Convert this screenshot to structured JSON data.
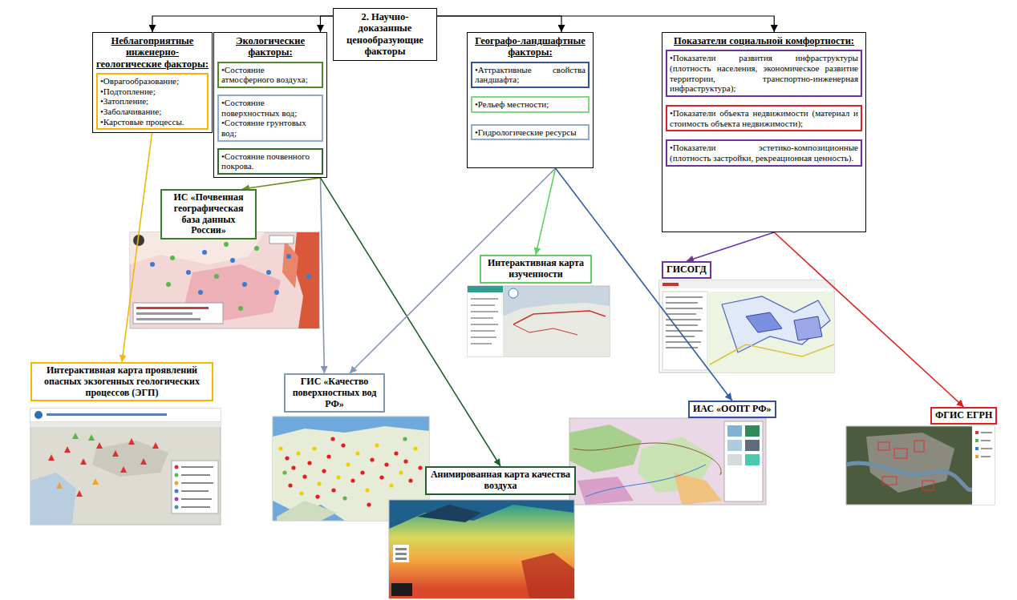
{
  "diagram": {
    "nodes": [
      {
        "text": [
          "2. Научно-доказанные ценообразующие факторы"
        ]
      },
      {
        "text": [
          "Неблагоприятные инженерно-геологические факторы:"
        ]
      },
      {
        "text": [
          "•Оврагообразование;",
          "•Подтопление;",
          "•Затопление;",
          "•Заболачивание;",
          "•Карстовые процессы."
        ],
        "in": 1
      },
      {
        "text": [
          "Экологические факторы:"
        ]
      },
      {
        "text": [
          "•Состояние атмосферного воздуха;"
        ],
        "in": 3
      },
      {
        "text": [
          "•Состояние поверхностных вод;",
          "•Состояние грунтовых вод;"
        ],
        "in": 3
      },
      {
        "text": [
          "•Состояние почвенного покрова."
        ],
        "in": 3
      },
      {
        "text": [
          "Географо-ландшафтные факторы:"
        ]
      },
      {
        "text": [
          "•Аттрактивные свойства ландшафта;"
        ],
        "in": 7
      },
      {
        "text": [
          "•Рельеф местности;"
        ],
        "in": 7
      },
      {
        "text": [
          "•Гидрологические ресурсы"
        ],
        "in": 7
      },
      {
        "text": [
          "Показатели социальной комфортности:"
        ]
      },
      {
        "text": [
          "•Показатели развития инфраструктуры (плотность населения, экономическое развитие территории, транспортно-инженерная инфраструктура);"
        ],
        "in": 11
      },
      {
        "text": [
          "•Показатели объекта недвижимости (материал и стоимость объекта недвижимости);"
        ],
        "in": 11
      },
      {
        "text": [
          "•Показатели эстетико-композиционные (плотность застройки, рекреационная ценность)."
        ],
        "in": 11
      },
      {
        "text": [
          "ИС «Почвенная географическая база данных России»"
        ]
      },
      {
        "text": [
          "Интерактивная карта изученности"
        ]
      },
      {
        "text": [
          "ГИСОГД"
        ]
      },
      {
        "text": [
          "Интерактивная карта проявлений опасных экзогенных геологических процессов (ЭГП)"
        ]
      },
      {
        "text": [
          "ГИС «Качество поверхностных вод РФ»"
        ]
      },
      {
        "text": [
          "ИАС «ООПТ РФ»"
        ]
      },
      {
        "text": [
          "ФГИС ЕГРН"
        ]
      },
      {
        "text": [
          "Анимированная карта качества воздуха"
        ]
      }
    ],
    "edges": [
      {
        "from": 0,
        "to": 1,
        "arrow": "to"
      },
      {
        "from": 0,
        "to": 3,
        "arrow": "to"
      },
      {
        "from": 0,
        "to": 7,
        "arrow": "to"
      },
      {
        "from": 0,
        "to": 11,
        "arrow": "to"
      },
      {
        "from": 2,
        "to": 18,
        "arrow": "to"
      },
      {
        "from": 3,
        "to": 15,
        "arrow": "to"
      },
      {
        "from": 3,
        "to": 19,
        "arrow": "to"
      },
      {
        "from": 3,
        "to": 22,
        "arrow": "to"
      },
      {
        "from": 7,
        "to": 16,
        "arrow": "to"
      },
      {
        "from": 7,
        "to": 19,
        "arrow": "to"
      },
      {
        "from": 7,
        "to": 20,
        "arrow": "to"
      },
      {
        "from": 11,
        "to": 17,
        "arrow": "to"
      },
      {
        "from": 11,
        "to": 21,
        "arrow": "to"
      }
    ]
  }
}
